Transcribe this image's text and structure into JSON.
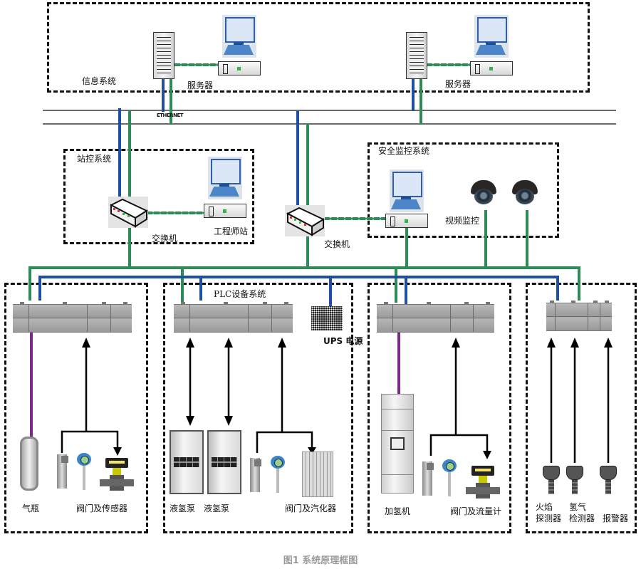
{
  "diagram": {
    "caption": "图1 系统原理框图",
    "ethernet_label": "ETHERNET",
    "groups": {
      "info_system": {
        "title": "信息系统",
        "server_left_label": "服务器",
        "server_right_label": "服务器"
      },
      "station_control": {
        "title": "站控系统",
        "switch_label": "交换机",
        "workstation_label": "工程师站"
      },
      "security_monitoring": {
        "title": "安全监控系统",
        "video_label": "视频监控"
      },
      "center_switch": {
        "label": "交换机"
      },
      "plc_equipment": {
        "title": "PLC设备系统",
        "ups_label": "UPS 电源"
      },
      "cylinder_unit": {
        "cylinder_label": "气瓶",
        "valves_label": "阀门及传感器"
      },
      "pump_unit": {
        "pump1_label": "液氢泵",
        "pump2_label": "液氢泵",
        "valves_label": "阀门及汽化器"
      },
      "dispenser_unit": {
        "dispenser_label": "加氢机",
        "valves_label": "阀门及流量计"
      },
      "detector_unit": {
        "flame_label_1": "火焰",
        "flame_label_2": "探测器",
        "h2_label_1": "氢气",
        "h2_label_2": "检测器",
        "alarm_label": "报警器"
      }
    },
    "colors": {
      "ethernet_green": "#2e8b57",
      "network_blue": "#1f4fa3",
      "signal_purple": "#7b2a8a",
      "border_black": "#111111",
      "caption_gray": "#9a9a9a"
    }
  }
}
